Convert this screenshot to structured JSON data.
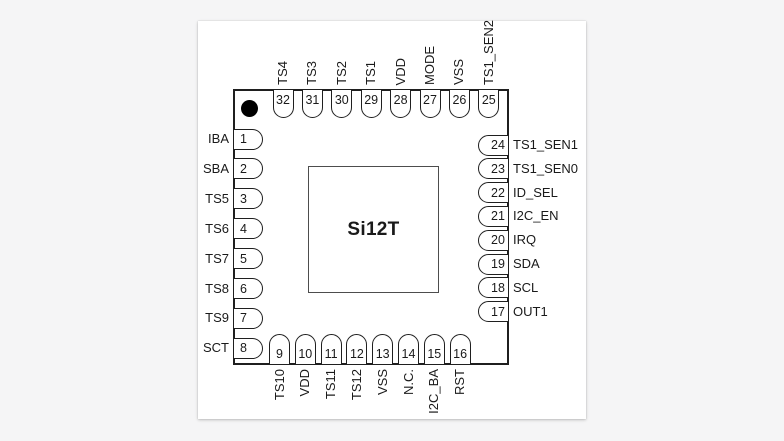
{
  "chip": {
    "label": "Si12T"
  },
  "colors": {
    "page_bg": "#f5f5f6",
    "card_bg": "#ffffff",
    "line": "#1f1f1f",
    "die_border": "#4d4d4d",
    "text": "#1a1a1a"
  },
  "pins": {
    "top": [
      {
        "number": "32",
        "name": "TS4"
      },
      {
        "number": "31",
        "name": "TS3"
      },
      {
        "number": "30",
        "name": "TS2"
      },
      {
        "number": "29",
        "name": "TS1"
      },
      {
        "number": "28",
        "name": "VDD"
      },
      {
        "number": "27",
        "name": "MODE"
      },
      {
        "number": "26",
        "name": "VSS"
      },
      {
        "number": "25",
        "name": "TS1_SEN2"
      }
    ],
    "left": [
      {
        "number": "1",
        "name": "IBA"
      },
      {
        "number": "2",
        "name": "SBA"
      },
      {
        "number": "3",
        "name": "TS5"
      },
      {
        "number": "4",
        "name": "TS6"
      },
      {
        "number": "5",
        "name": "TS7"
      },
      {
        "number": "6",
        "name": "TS8"
      },
      {
        "number": "7",
        "name": "TS9"
      },
      {
        "number": "8",
        "name": "SCT"
      }
    ],
    "right": [
      {
        "number": "24",
        "name": "TS1_SEN1"
      },
      {
        "number": "23",
        "name": "TS1_SEN0"
      },
      {
        "number": "22",
        "name": "ID_SEL"
      },
      {
        "number": "21",
        "name": "I2C_EN"
      },
      {
        "number": "20",
        "name": "IRQ"
      },
      {
        "number": "19",
        "name": "SDA"
      },
      {
        "number": "18",
        "name": "SCL"
      },
      {
        "number": "17",
        "name": "OUT1"
      }
    ],
    "bottom": [
      {
        "number": "9",
        "name": "TS10"
      },
      {
        "number": "10",
        "name": "VDD"
      },
      {
        "number": "11",
        "name": "TS11"
      },
      {
        "number": "12",
        "name": "TS12"
      },
      {
        "number": "13",
        "name": "VSS"
      },
      {
        "number": "14",
        "name": "N.C."
      },
      {
        "number": "15",
        "name": "I2C_BA"
      },
      {
        "number": "16",
        "name": "RST"
      }
    ]
  }
}
